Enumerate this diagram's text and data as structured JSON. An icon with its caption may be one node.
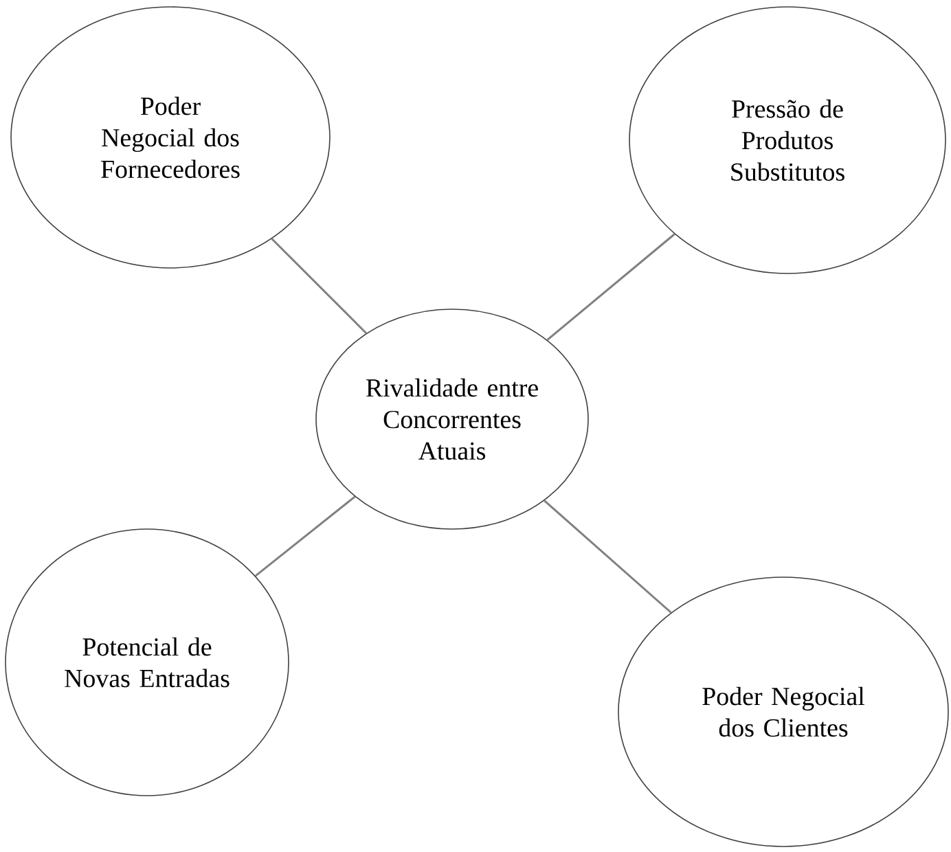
{
  "diagram": {
    "nodes": [
      {
        "text": [
          "Poder Negocial dos Fornecedores"
        ]
      },
      {
        "text": [
          "Pressão de Produtos Substitutos"
        ]
      },
      {
        "text": [
          "Rivalidade entre Concorrentes Atuais"
        ]
      },
      {
        "text": [
          "Potencial de Novas Entradas"
        ]
      },
      {
        "text": [
          "Poder Negocial dos Clientes"
        ]
      }
    ],
    "edges": [
      {
        "from": 2,
        "to": 0,
        "arrow": "none"
      },
      {
        "from": 2,
        "to": 1,
        "arrow": "none"
      },
      {
        "from": 2,
        "to": 3,
        "arrow": "none"
      },
      {
        "from": 2,
        "to": 4,
        "arrow": "none"
      }
    ]
  }
}
